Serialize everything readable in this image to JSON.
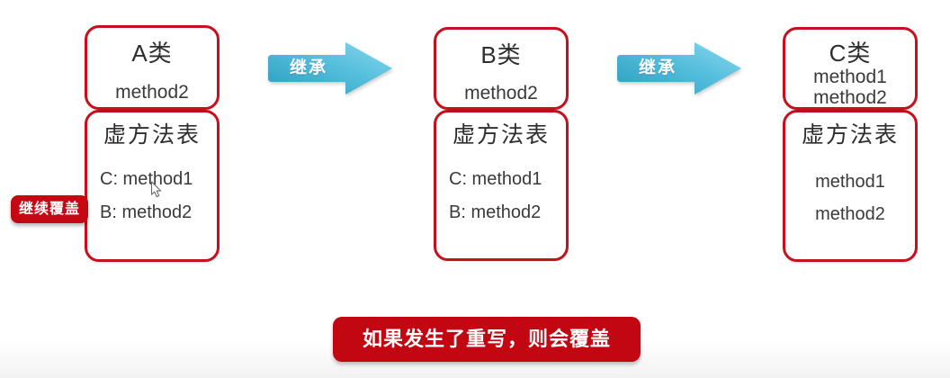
{
  "colors": {
    "border_red": "#c5101e",
    "fill_red": "#c20712",
    "arrow_teal_dark": "#2b9cbe",
    "arrow_teal_light": "#8ad8ec",
    "text_dark": "#3a3a3a"
  },
  "classes": [
    {
      "title": "A类",
      "methods": [
        "method2"
      ],
      "vtable_title": "虚方法表",
      "entries": [
        "C: method1",
        "B: method2"
      ]
    },
    {
      "title": "B类",
      "methods": [
        "method2"
      ],
      "vtable_title": "虚方法表",
      "entries": [
        "C: method1",
        "B: method2"
      ]
    },
    {
      "title": "C类",
      "methods": [
        "method1",
        "method2"
      ],
      "vtable_title": "虚方法表",
      "entries": [
        "method1",
        "method2"
      ]
    }
  ],
  "arrows": [
    {
      "label": "继承"
    },
    {
      "label": "继承"
    }
  ],
  "side_label": {
    "text": "继续覆盖"
  },
  "banner": {
    "text": "如果发生了重写，则会覆盖"
  }
}
